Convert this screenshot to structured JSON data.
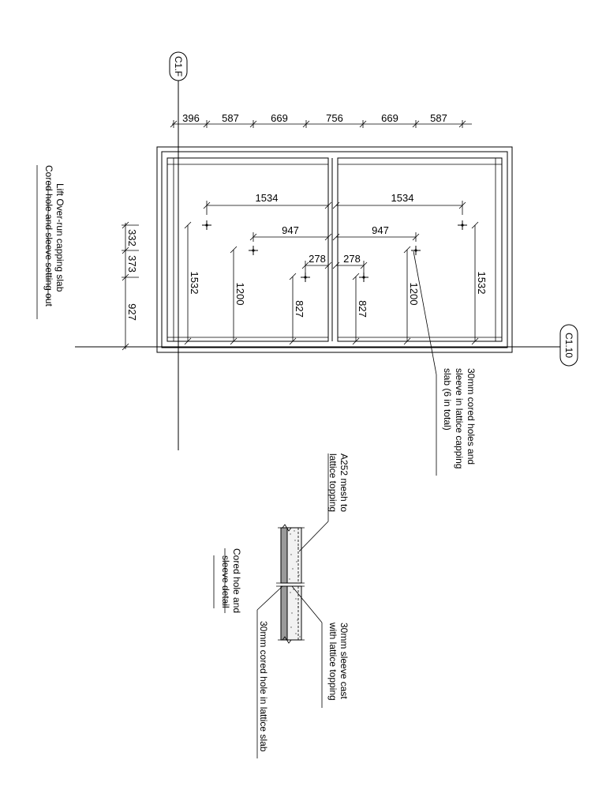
{
  "gridlines": {
    "vertical_label": "C1.F",
    "horizontal_label": "C1.10"
  },
  "title": {
    "line1": "Lift Over-run capping slab",
    "line2": "Cored hole and sleeve setting out"
  },
  "top_dimensions": [
    "396",
    "587",
    "669",
    "756",
    "669",
    "587"
  ],
  "left_dimensions": [
    "332",
    "373",
    "927"
  ],
  "interior_dimensions": {
    "left_1534": "1534",
    "right_1534": "1534",
    "left_947": "947",
    "right_947": "947",
    "left_278": "278",
    "right_278": "278",
    "v_1532_left": "1532",
    "v_1200_left": "1200",
    "v_827_left": "827",
    "v_827_right": "827",
    "v_1200_right": "1200",
    "v_1532_right": "1532"
  },
  "plan_note": {
    "line1": "30mm cored holes and",
    "line2": "sleeve in lattice capping",
    "line3": "slab (6 in total)"
  },
  "detail": {
    "title_line1": "Cored hole and",
    "title_line2": "sleeve detail",
    "mesh_line1": "A252 mesh to",
    "mesh_line2": "lattice topping",
    "sleeve_line1": "30mm sleeve cast",
    "sleeve_line2": "with lattice topping",
    "cored_hole": "30mm cored hole in lattice slab"
  }
}
